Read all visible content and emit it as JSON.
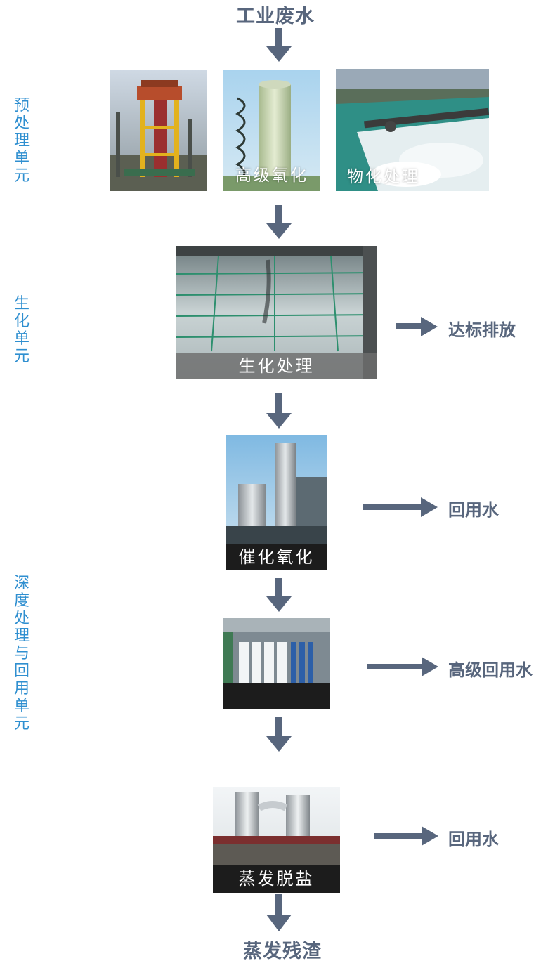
{
  "top_title": "工业废水",
  "bottom_title": "蒸发残渣",
  "units": {
    "pretreatment": "预处理单元",
    "biochemical": "生化单元",
    "advanced": "深度处理与回用单元"
  },
  "steps": {
    "pretreatment_photo1": "",
    "advanced_oxidation": "高级氧化",
    "physicochemical": "物化处理",
    "biological": "生化处理",
    "catalytic_oxidation": "催化氧化",
    "membrane": "",
    "evaporation": "蒸发脱盐"
  },
  "outputs": {
    "discharge": "达标排放",
    "reuse_water_1": "回用水",
    "advanced_reuse_water": "高级回用水",
    "reuse_water_2": "回用水"
  },
  "colors": {
    "arrow": "#58667d",
    "side_label": "#2f8fd0",
    "title": "#58667d"
  }
}
